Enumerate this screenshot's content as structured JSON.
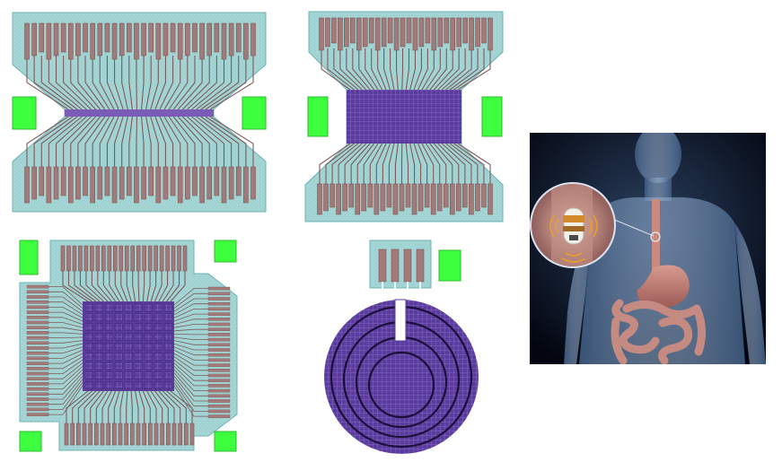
{
  "colors": {
    "substrate": "#a6d6d6",
    "substrate_edge": "#6fb3b6",
    "pad": "#a37a7a",
    "pad_edge": "#7e5656",
    "trace": "#7d5a5a",
    "electrode": "#5a3c9c",
    "electrode_grid": "#8c6fd0",
    "alignment_mark": "#3dff3d",
    "body_bg": "#050a14",
    "body_glow": "#6f8fb8"
  },
  "icons": {
    "linear_array": "linear-electrode-array-layout",
    "dense_array": "dense-linear-electrode-array-layout",
    "grid_array": "2d-grid-electrode-array-layout",
    "concentric_array": "concentric-ring-electrode-layout",
    "ingestible": "ingestible-capsule-in-gi-tract-illustration"
  }
}
